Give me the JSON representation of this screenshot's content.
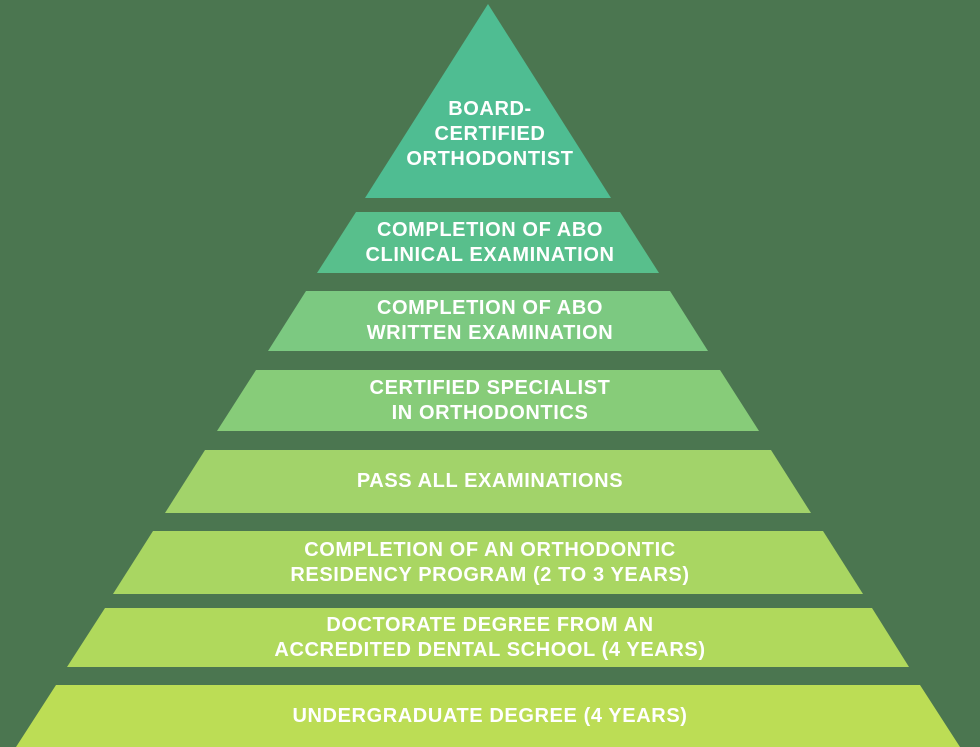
{
  "background_color": "#4B7650",
  "pyramid": {
    "description": "Pyramid of steps to becoming a board-certified orthodontist, bottom (first step) to top (final achievement)",
    "text_color": "#FFFFFF",
    "tiers": [
      {
        "id": "board-certified-orthodontist",
        "color": "#4FBD92",
        "lines": [
          "BOARD-",
          "CERTIFIED",
          "ORTHODONTIST"
        ]
      },
      {
        "id": "abo-clinical-examination",
        "color": "#58BF8C",
        "lines": [
          "COMPLETION OF ABO",
          "CLINICAL EXAMINATION"
        ]
      },
      {
        "id": "abo-written-examination",
        "color": "#7CC981",
        "lines": [
          "COMPLETION OF ABO",
          "WRITTEN EXAMINATION"
        ]
      },
      {
        "id": "certified-specialist",
        "color": "#87CC79",
        "lines": [
          "CERTIFIED SPECIALIST",
          "IN ORTHODONTICS"
        ]
      },
      {
        "id": "pass-all-examinations",
        "color": "#A2D36A",
        "lines": [
          "PASS ALL EXAMINATIONS"
        ]
      },
      {
        "id": "orthodontic-residency",
        "color": "#A9D662",
        "lines": [
          "COMPLETION OF AN ORTHODONTIC",
          "RESIDENCY PROGRAM (2 TO 3 YEARS)"
        ]
      },
      {
        "id": "doctorate-degree",
        "color": "#B0D95C",
        "lines": [
          "DOCTORATE DEGREE FROM AN",
          "ACCREDITED DENTAL SCHOOL (4 YEARS)"
        ]
      },
      {
        "id": "undergraduate-degree",
        "color": "#BCDD55",
        "lines": [
          "UNDERGRADUATE DEGREE (4 YEARS)"
        ]
      }
    ]
  }
}
